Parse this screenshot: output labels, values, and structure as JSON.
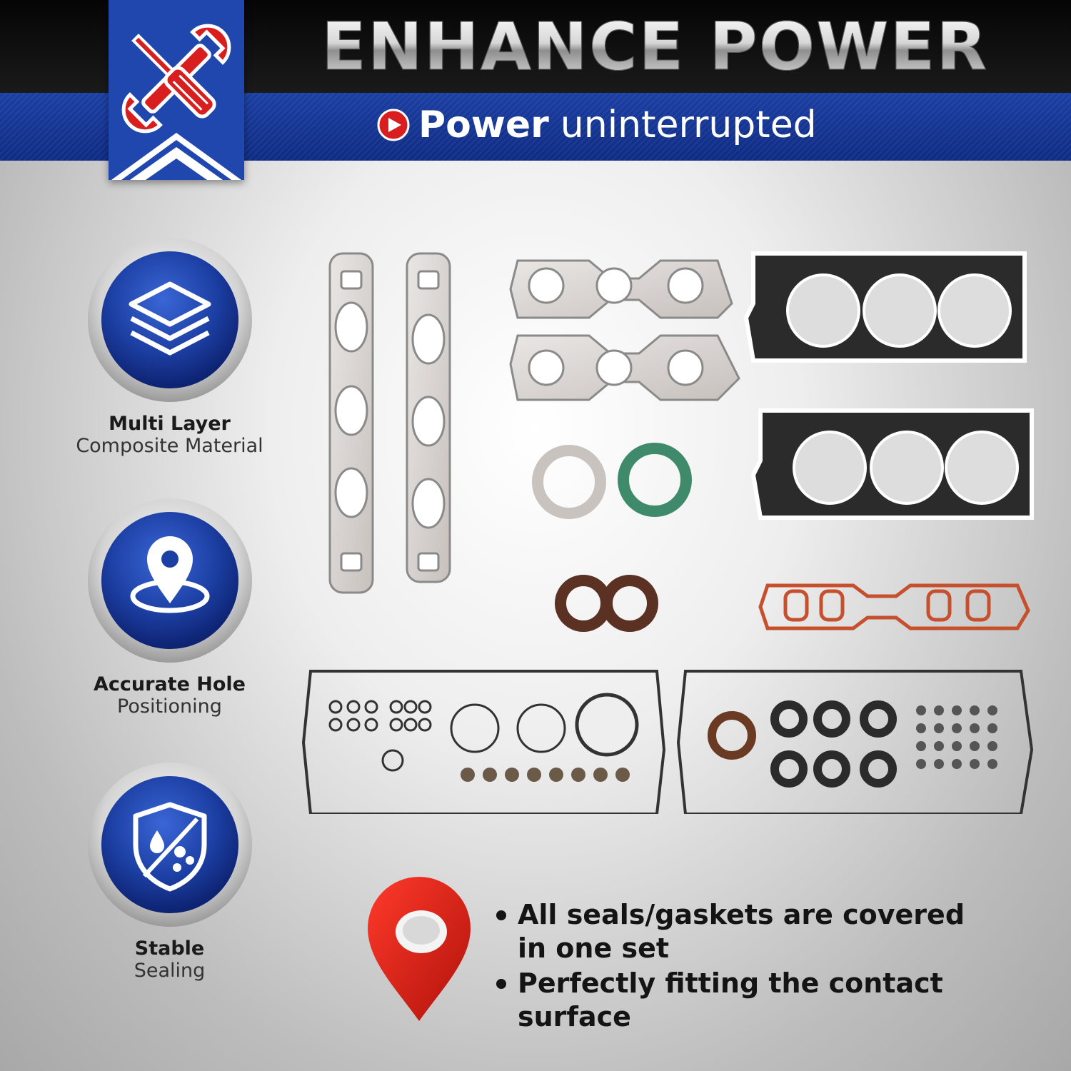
{
  "header": {
    "headline": "ENHANCE POWER",
    "tagline_bold": "Power",
    "tagline_rest": "uninterrupted",
    "logo_icon": "wrench-screwdriver-icon",
    "brand_blue": "#1f47ad",
    "accent_red": "#d81e1e"
  },
  "features": [
    {
      "title": "Multi Layer",
      "subtitle": "Composite Material",
      "icon": "layers-icon"
    },
    {
      "title": "Accurate Hole",
      "subtitle": "Positioning",
      "icon": "location-pin-icon"
    },
    {
      "title": "Stable",
      "subtitle": "Sealing",
      "icon": "shield-drops-icon"
    }
  ],
  "bullets": [
    "All seals/gaskets are covered in one set",
    "Perfectly fitting the contact surface"
  ]
}
